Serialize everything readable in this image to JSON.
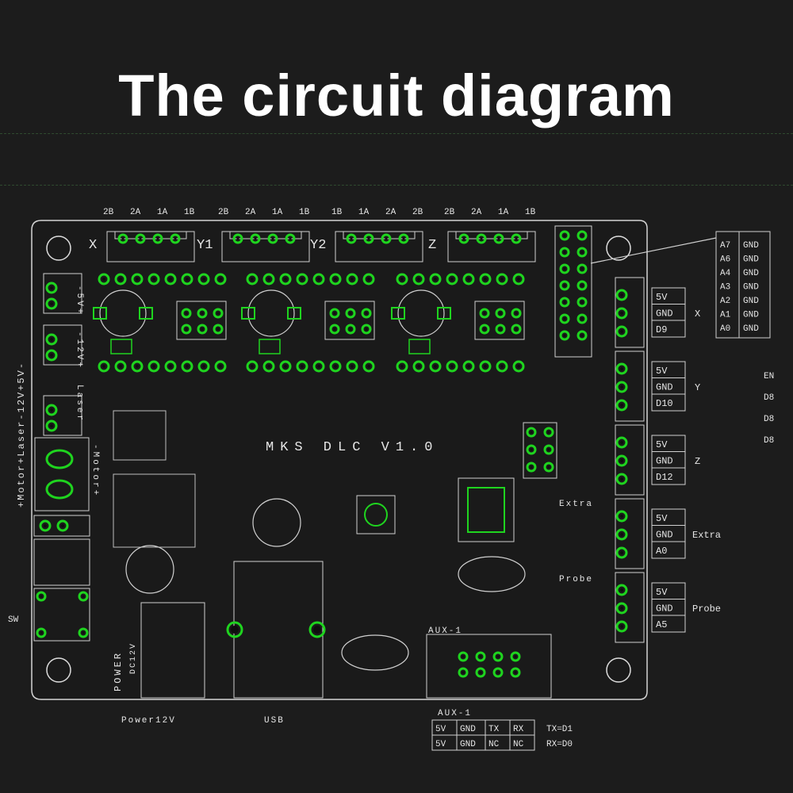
{
  "title": "The circuit diagram",
  "board_name": "MKS DLC V1.0",
  "pin_headers": [
    {
      "letter": "X",
      "pins": [
        "2B",
        "2A",
        "1A",
        "1B"
      ]
    },
    {
      "letter": "Y1",
      "pins": [
        "2B",
        "2A",
        "1A",
        "1B"
      ]
    },
    {
      "letter": "Y2",
      "pins": [
        "1B",
        "1A",
        "2A",
        "2B"
      ]
    },
    {
      "letter": "Z",
      "pins": [
        "2B",
        "2A",
        "1A",
        "1B"
      ]
    }
  ],
  "analog_table": [
    [
      "A7",
      "GND"
    ],
    [
      "A6",
      "GND"
    ],
    [
      "A4",
      "GND"
    ],
    [
      "A3",
      "GND"
    ],
    [
      "A2",
      "GND"
    ],
    [
      "A1",
      "GND"
    ],
    [
      "A0",
      "GND"
    ]
  ],
  "endstops": [
    {
      "rows": [
        "5V",
        "GND",
        "D9"
      ],
      "label": "X"
    },
    {
      "rows": [
        "5V",
        "GND",
        "D10"
      ],
      "label": "Y"
    },
    {
      "rows": [
        "5V",
        "GND",
        "D12"
      ],
      "label": "Z"
    },
    {
      "rows": [
        "5V",
        "GND",
        "A0"
      ],
      "label": "Extra"
    },
    {
      "rows": [
        "5V",
        "GND",
        "A5"
      ],
      "label": "Probe"
    }
  ],
  "en_labels": [
    "EN",
    "D8",
    "D8",
    "D8"
  ],
  "left_labels": {
    "outer": "+Motor+Laser-12V+5V-",
    "inner_5v": "-5V+",
    "inner_12v": "-12V+",
    "inner_laser": "Laser",
    "motor": "-Motor+"
  },
  "board_labels": {
    "extra": "Extra",
    "probe": "Probe",
    "aux_board": "AUX-1",
    "power": "POWER",
    "dc": "DC12V",
    "sw": "SW"
  },
  "bottom_labels": {
    "power": "Power12V",
    "usb": "USB",
    "aux": "AUX-1"
  },
  "aux_table": [
    [
      "5V",
      "GND",
      "TX",
      "RX"
    ],
    [
      "5V",
      "GND",
      "NC",
      "NC"
    ]
  ],
  "aux_notes": [
    "TX=D1",
    "RX=D0"
  ],
  "colors": {
    "background": "#1c1c1c",
    "silkscreen": "#d8d8d8",
    "copper": "#22cc22",
    "pad": "#1fd41f"
  }
}
